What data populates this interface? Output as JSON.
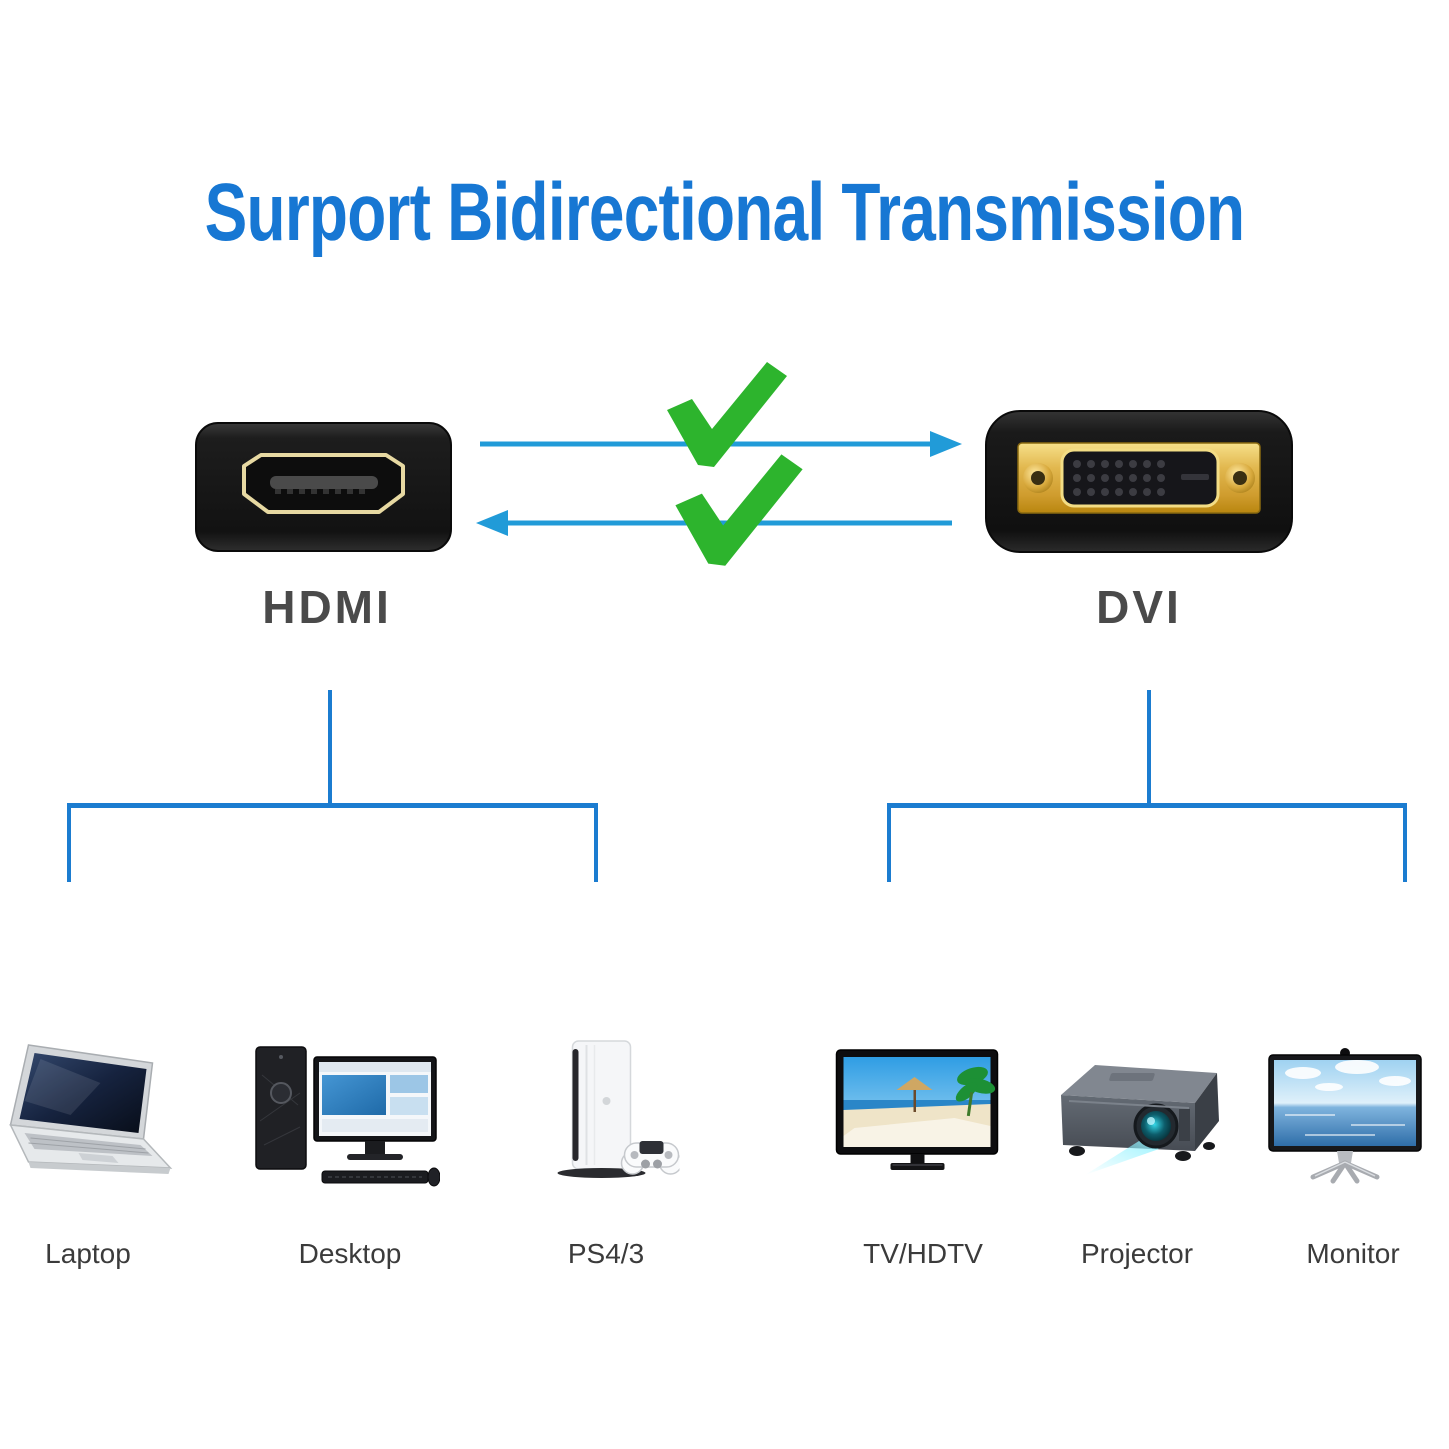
{
  "title": "Surport Bidirectional Transmission",
  "connectors": {
    "left": {
      "label": "HDMI",
      "icon": "hdmi-port-icon"
    },
    "right": {
      "label": "DVI",
      "icon": "dvi-port-icon"
    }
  },
  "arrows": {
    "top_direction": "hdmi-to-dvi",
    "bottom_direction": "dvi-to-hdmi",
    "checkmarks": 2
  },
  "hdmi_devices": [
    {
      "label": "Laptop",
      "icon": "laptop-icon"
    },
    {
      "label": "Desktop",
      "icon": "desktop-icon"
    },
    {
      "label": "PS4/3",
      "icon": "ps4-icon"
    }
  ],
  "dvi_devices": [
    {
      "label": "TV/HDTV",
      "icon": "tv-icon"
    },
    {
      "label": "Projector",
      "icon": "projector-icon"
    },
    {
      "label": "Monitor",
      "icon": "monitor-icon"
    }
  ],
  "colors": {
    "title_blue": "#1777d3",
    "arrow_blue": "#219bd8",
    "bracket_blue": "#1b7cd0",
    "check_green": "#2db42d",
    "connector_label_gray": "#4a4a4a",
    "device_label_gray": "#3b3b3b",
    "connector_black": "#161616",
    "gold": "#d9b44a"
  }
}
